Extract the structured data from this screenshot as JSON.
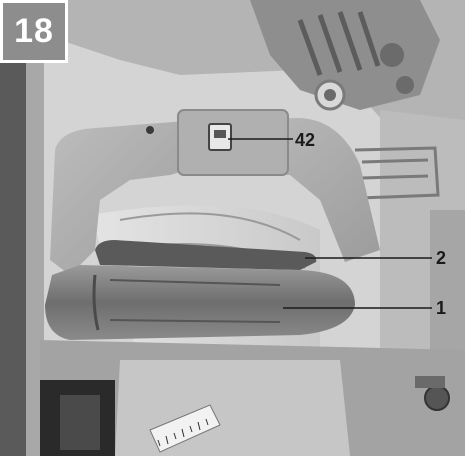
{
  "figure": {
    "number": "18"
  },
  "callouts": [
    {
      "id": "callout-42",
      "label": "42"
    },
    {
      "id": "callout-2",
      "label": "2"
    },
    {
      "id": "callout-1",
      "label": "1"
    }
  ],
  "colors": {
    "badge_background": "#8d8d8d",
    "badge_text": "#ffffff",
    "leader_lines": "#1a1a1a"
  }
}
